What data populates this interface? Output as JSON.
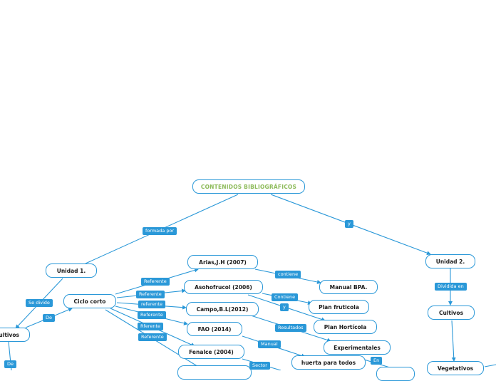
{
  "nodes": {
    "root": "CONTENIDOS BIBLIOGRÁFICOS",
    "unidad1": "Unidad  1.",
    "unidad2": "Unidad 2.",
    "ciclo_corto": "Ciclo corto",
    "cultivos_left": "ultivos",
    "arias": "Arias,J.H (2007)",
    "asohofrucol": "Asohofrucol (2006)",
    "campo": "Campo,B.L(2012)",
    "fao": "FAO (2014)",
    "fenalce": "Fenalce (2004)",
    "manual_bpa": "Manual BPA.",
    "plan_fruticola": "Plan fruticola",
    "plan_horticola": "Plan Hortícola",
    "experimentales": "Experimentales",
    "huerta": "huerta para todos",
    "cultivos_right": "Cultivos",
    "vegetativos": "Vegetativos"
  },
  "tags": {
    "formada_por": "formada por",
    "y_root": "y",
    "se_divide": "Se divide",
    "de_1": "De",
    "de_2": "De",
    "referente_1": "Referente",
    "referente_2": "Referente",
    "referente_3": "referente",
    "referente_4": "Referente",
    "rferente": "Rferente",
    "referente_5": "Referente",
    "contiene_1": "contiene",
    "contiene_2": "Contiene",
    "y_2": "y",
    "resultados": "Resultados",
    "manual": "Manual",
    "sector": "Sector",
    "en": "En",
    "dividida_en": "Dividida en"
  },
  "colors": {
    "line": "#2a98d8",
    "tag_bg": "#2a98d8",
    "root_text": "#8dbb5a"
  }
}
